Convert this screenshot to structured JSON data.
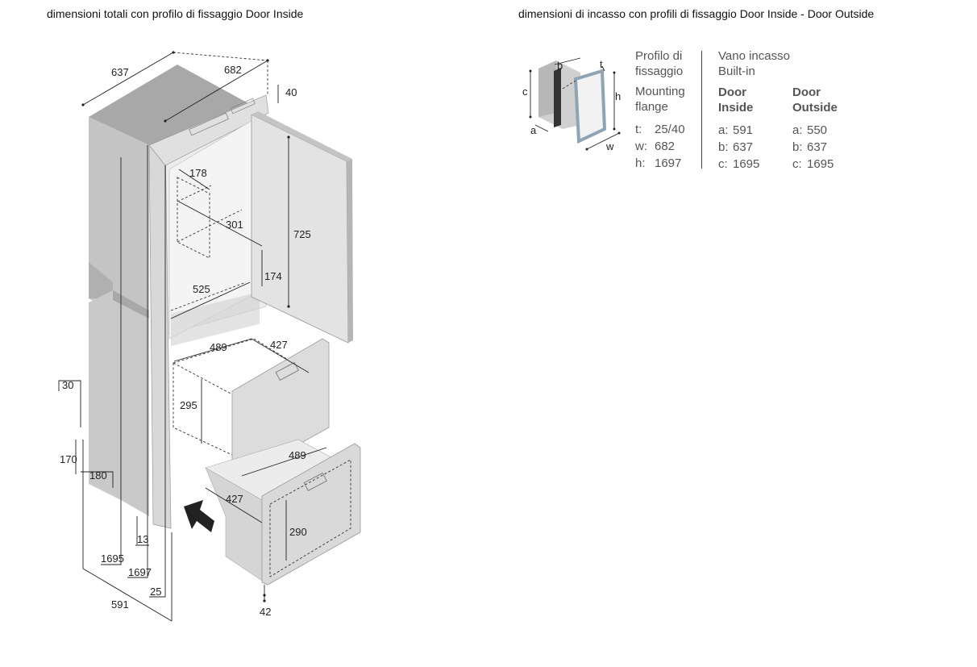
{
  "captions": {
    "left": "dimensioni totali con profilo di fissaggio Door Inside",
    "right": "dimensioni di incasso con profili di fissaggio Door Inside - Door Outside"
  },
  "main_diagram": {
    "dimensions": {
      "d637": "637",
      "d682": "682",
      "d40": "40",
      "d178": "178",
      "d301": "301",
      "d725": "725",
      "d174": "174",
      "d525": "525",
      "d489a": "489",
      "d427a": "427",
      "d295": "295",
      "d30": "30",
      "d170": "170",
      "d180": "180",
      "d489b": "489",
      "d427b": "427",
      "d290": "290",
      "d13": "13",
      "d1695": "1695",
      "d1697": "1697",
      "d25": "25",
      "d591": "591",
      "d42": "42"
    }
  },
  "small_diagram": {
    "labels": {
      "a": "a",
      "b": "b",
      "c": "c",
      "t": "t",
      "h": "h",
      "w": "w"
    }
  },
  "specs": {
    "flange": {
      "title_it_1": "Profilo di",
      "title_it_2": "fissaggio",
      "title_en_1": "Mounting",
      "title_en_2": "flange",
      "rows": [
        {
          "key": "t:",
          "value": "25/40"
        },
        {
          "key": "w:",
          "value": "682"
        },
        {
          "key": "h:",
          "value": "1697"
        }
      ]
    },
    "builtin": {
      "title_it": "Vano incasso",
      "title_en": "Built-in",
      "door_inside": {
        "title_1": "Door",
        "title_2": "Inside",
        "rows": [
          {
            "key": "a:",
            "value": "591"
          },
          {
            "key": "b:",
            "value": "637"
          },
          {
            "key": "c:",
            "value": "1695"
          }
        ]
      },
      "door_outside": {
        "title_1": "Door",
        "title_2": "Outside",
        "rows": [
          {
            "key": "a:",
            "value": "550"
          },
          {
            "key": "b:",
            "value": "637"
          },
          {
            "key": "c:",
            "value": "1695"
          }
        ]
      }
    }
  },
  "colors": {
    "panel_light": "#e6e6e6",
    "panel_mid": "#c9c9c9",
    "panel_dark": "#a8a8a8",
    "frame_blue": "#8fa4b3"
  }
}
